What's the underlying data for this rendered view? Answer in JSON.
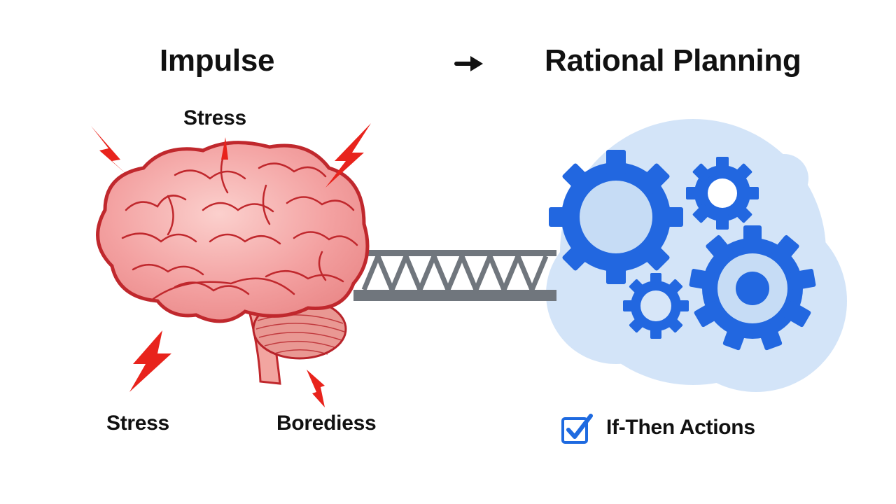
{
  "header": {
    "left_title": "Impulse",
    "right_title": "Rational Planning",
    "arrow_icon": "right-arrow-icon"
  },
  "left_panel": {
    "labels": {
      "top": "Stress",
      "bottom_left": "Stress",
      "bottom_right": "Borediess"
    },
    "icon": "brain-icon",
    "accent_icon": "lightning-bolt-icon",
    "colors": {
      "brain_fill": "#f3a0a0",
      "brain_outline": "#c0282d",
      "lightning": "#e8231c"
    }
  },
  "bridge": {
    "icon": "bridge-truss-icon",
    "color": "#6f757c"
  },
  "right_panel": {
    "icon": "gears-icon",
    "checklist_item": {
      "icon": "checkbox-checked-icon",
      "label": "If-Then Actions"
    },
    "colors": {
      "gear": "#2267e0",
      "gear_inner": "#c6dcf5",
      "cloud": "#d3e4f8"
    }
  }
}
